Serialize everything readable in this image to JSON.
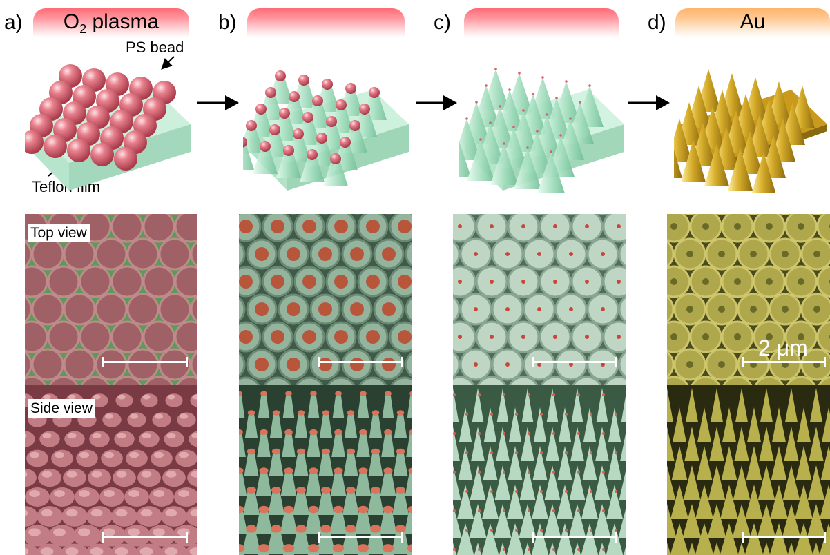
{
  "panels": {
    "a": {
      "letter": "a)",
      "header": "O",
      "header_sub": "2",
      "header_rest": " plasma"
    },
    "b": {
      "letter": "b)"
    },
    "c": {
      "letter": "c)"
    },
    "d": {
      "letter": "d)",
      "header": "Au"
    }
  },
  "annotations": {
    "ps_bead": "PS bead",
    "teflon_film": "Teflon film"
  },
  "sem": {
    "top_view_label": "Top view",
    "side_view_label": "Side view",
    "scale_label": "2 μm"
  },
  "colors": {
    "header_red": "#ff6a75",
    "header_orange": "#ffb36a",
    "ps_bead": "#d9606e",
    "teflon": "#a9e0c3",
    "gold": "#c9a020",
    "sem_red": "#b46a6e",
    "sem_green": "#5e8a6c",
    "sem_gold": "#b9b050"
  }
}
